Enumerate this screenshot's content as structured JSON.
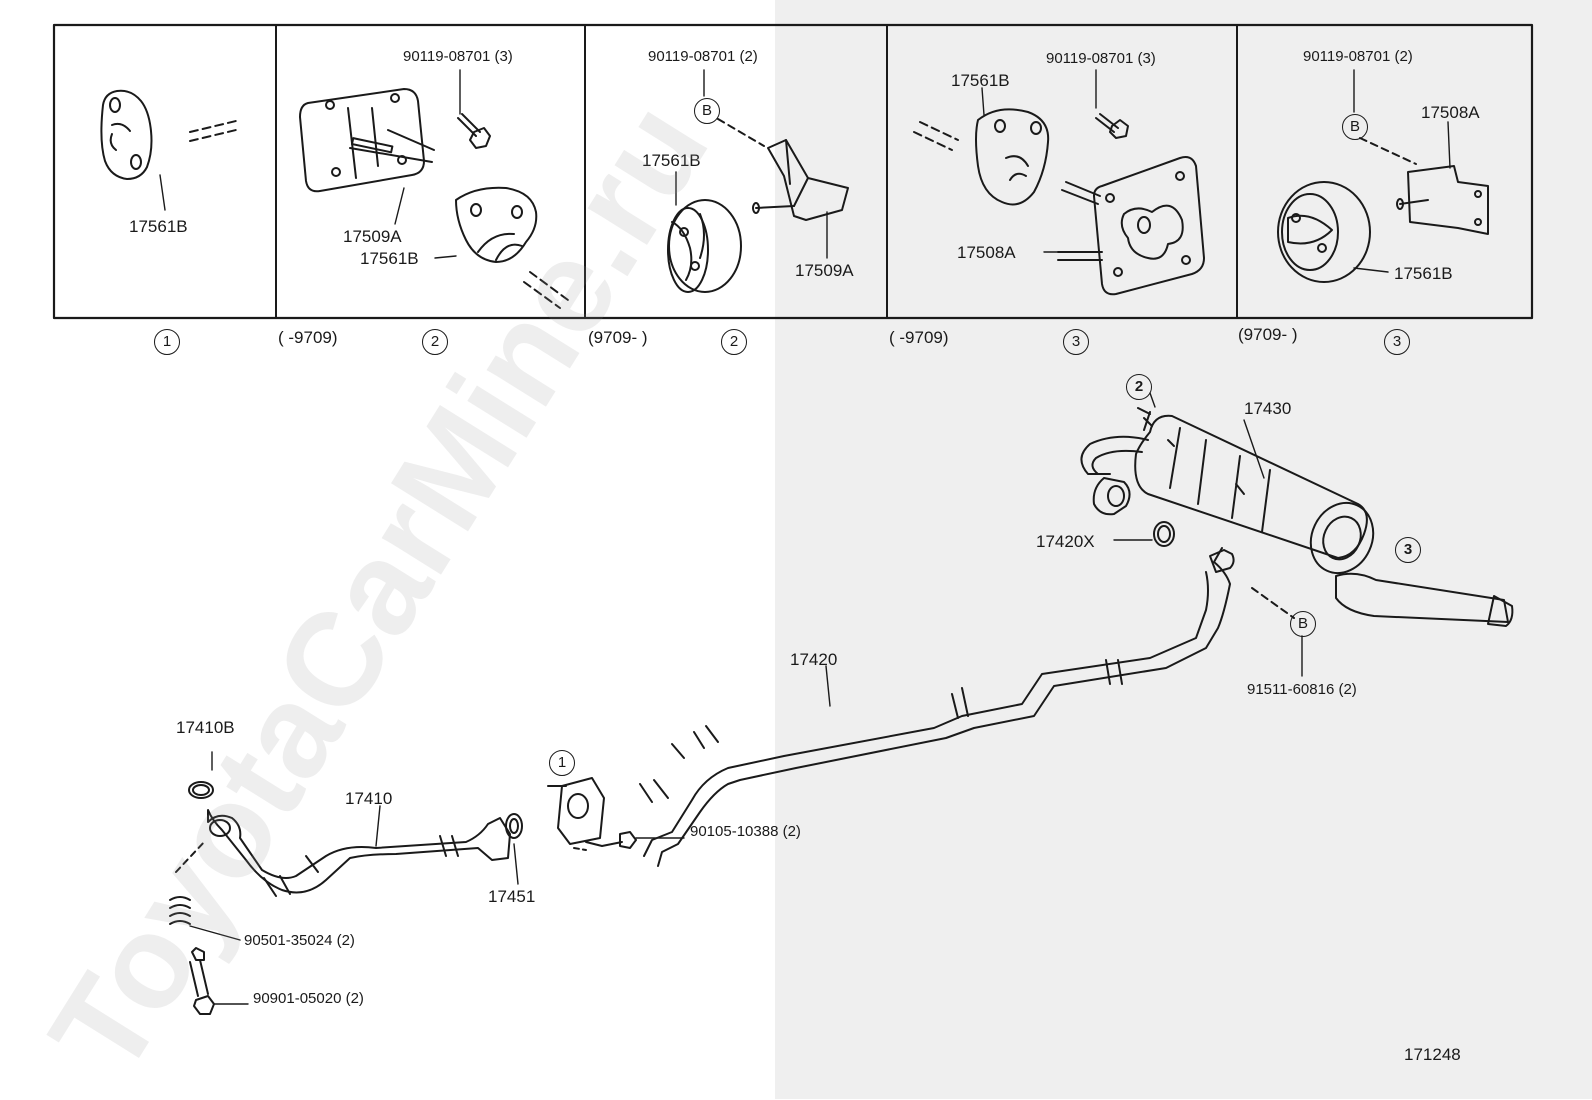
{
  "panels": {
    "p1": {
      "part": "17561B",
      "ref": "1"
    },
    "p2": {
      "bolt": "90119-08701 (3)",
      "bracket": "17509A",
      "hanger": "17561B",
      "range": "(      -9709)",
      "ref": "2"
    },
    "p3": {
      "bolt": "90119-08701 (2)",
      "marker": "B",
      "hanger": "17561B",
      "bracket": "17509A",
      "range": "(9709-        )",
      "ref": "2"
    },
    "p4": {
      "hanger": "17561B",
      "bolt": "90119-08701 (3)",
      "bracket": "17508A",
      "range": "(      -9709)",
      "ref": "3"
    },
    "p5": {
      "bolt": "90119-08701 (2)",
      "marker": "B",
      "bracket": "17508A",
      "hanger": "17561B",
      "range": "(9709-        )",
      "ref": "3"
    }
  },
  "main": {
    "muffler": "17430",
    "gasket_rear": "17420X",
    "center_pipe": "17420",
    "nut": "91511-60816 (2)",
    "marker_b": "B",
    "front_gasket_top": "17410B",
    "front_pipe": "17410",
    "ring_gasket": "17451",
    "bolt_front": "90105-10388 (2)",
    "spring": "90501-35024 (2)",
    "stud_bolt": "90901-05020 (2)",
    "ref_1": "1",
    "ref_2": "2",
    "ref_3": "3"
  },
  "diagram_code": "171248",
  "watermark": "ToyotaCarMine.ru",
  "colors": {
    "line": "#1a1a1a",
    "shade": "#efefef",
    "background": "#ffffff"
  }
}
